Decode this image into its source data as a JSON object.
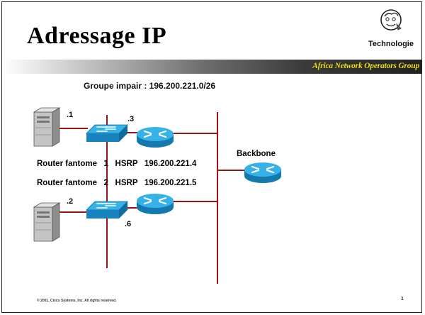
{
  "slide": {
    "title": "Adressage IP",
    "logo_label": "Technologie",
    "tagline": "Africa Network Operators Group",
    "footer_copyright": "© 2001, Cisco Systems, Inc. All rights reserved.",
    "page_number": "1"
  },
  "diagram": {
    "group_label": "Groupe impair  :  196.200.221.0/26",
    "hosts": [
      {
        "label": ".1"
      },
      {
        "label": ".2"
      }
    ],
    "switches": [
      {
        "label": ".3"
      },
      {
        "label": ".6"
      }
    ],
    "backbone_label": "Backbone",
    "hsrp_lines": [
      "Router fantome   1   HSRP   196.200.221.4",
      "Router fantome   2   HSRP   196.200.221.5"
    ],
    "colors": {
      "link": "#9a1414",
      "device_blue": "#1e9ad6",
      "server_gray": "#c4c4c4",
      "tagline": "#f3e216"
    }
  }
}
